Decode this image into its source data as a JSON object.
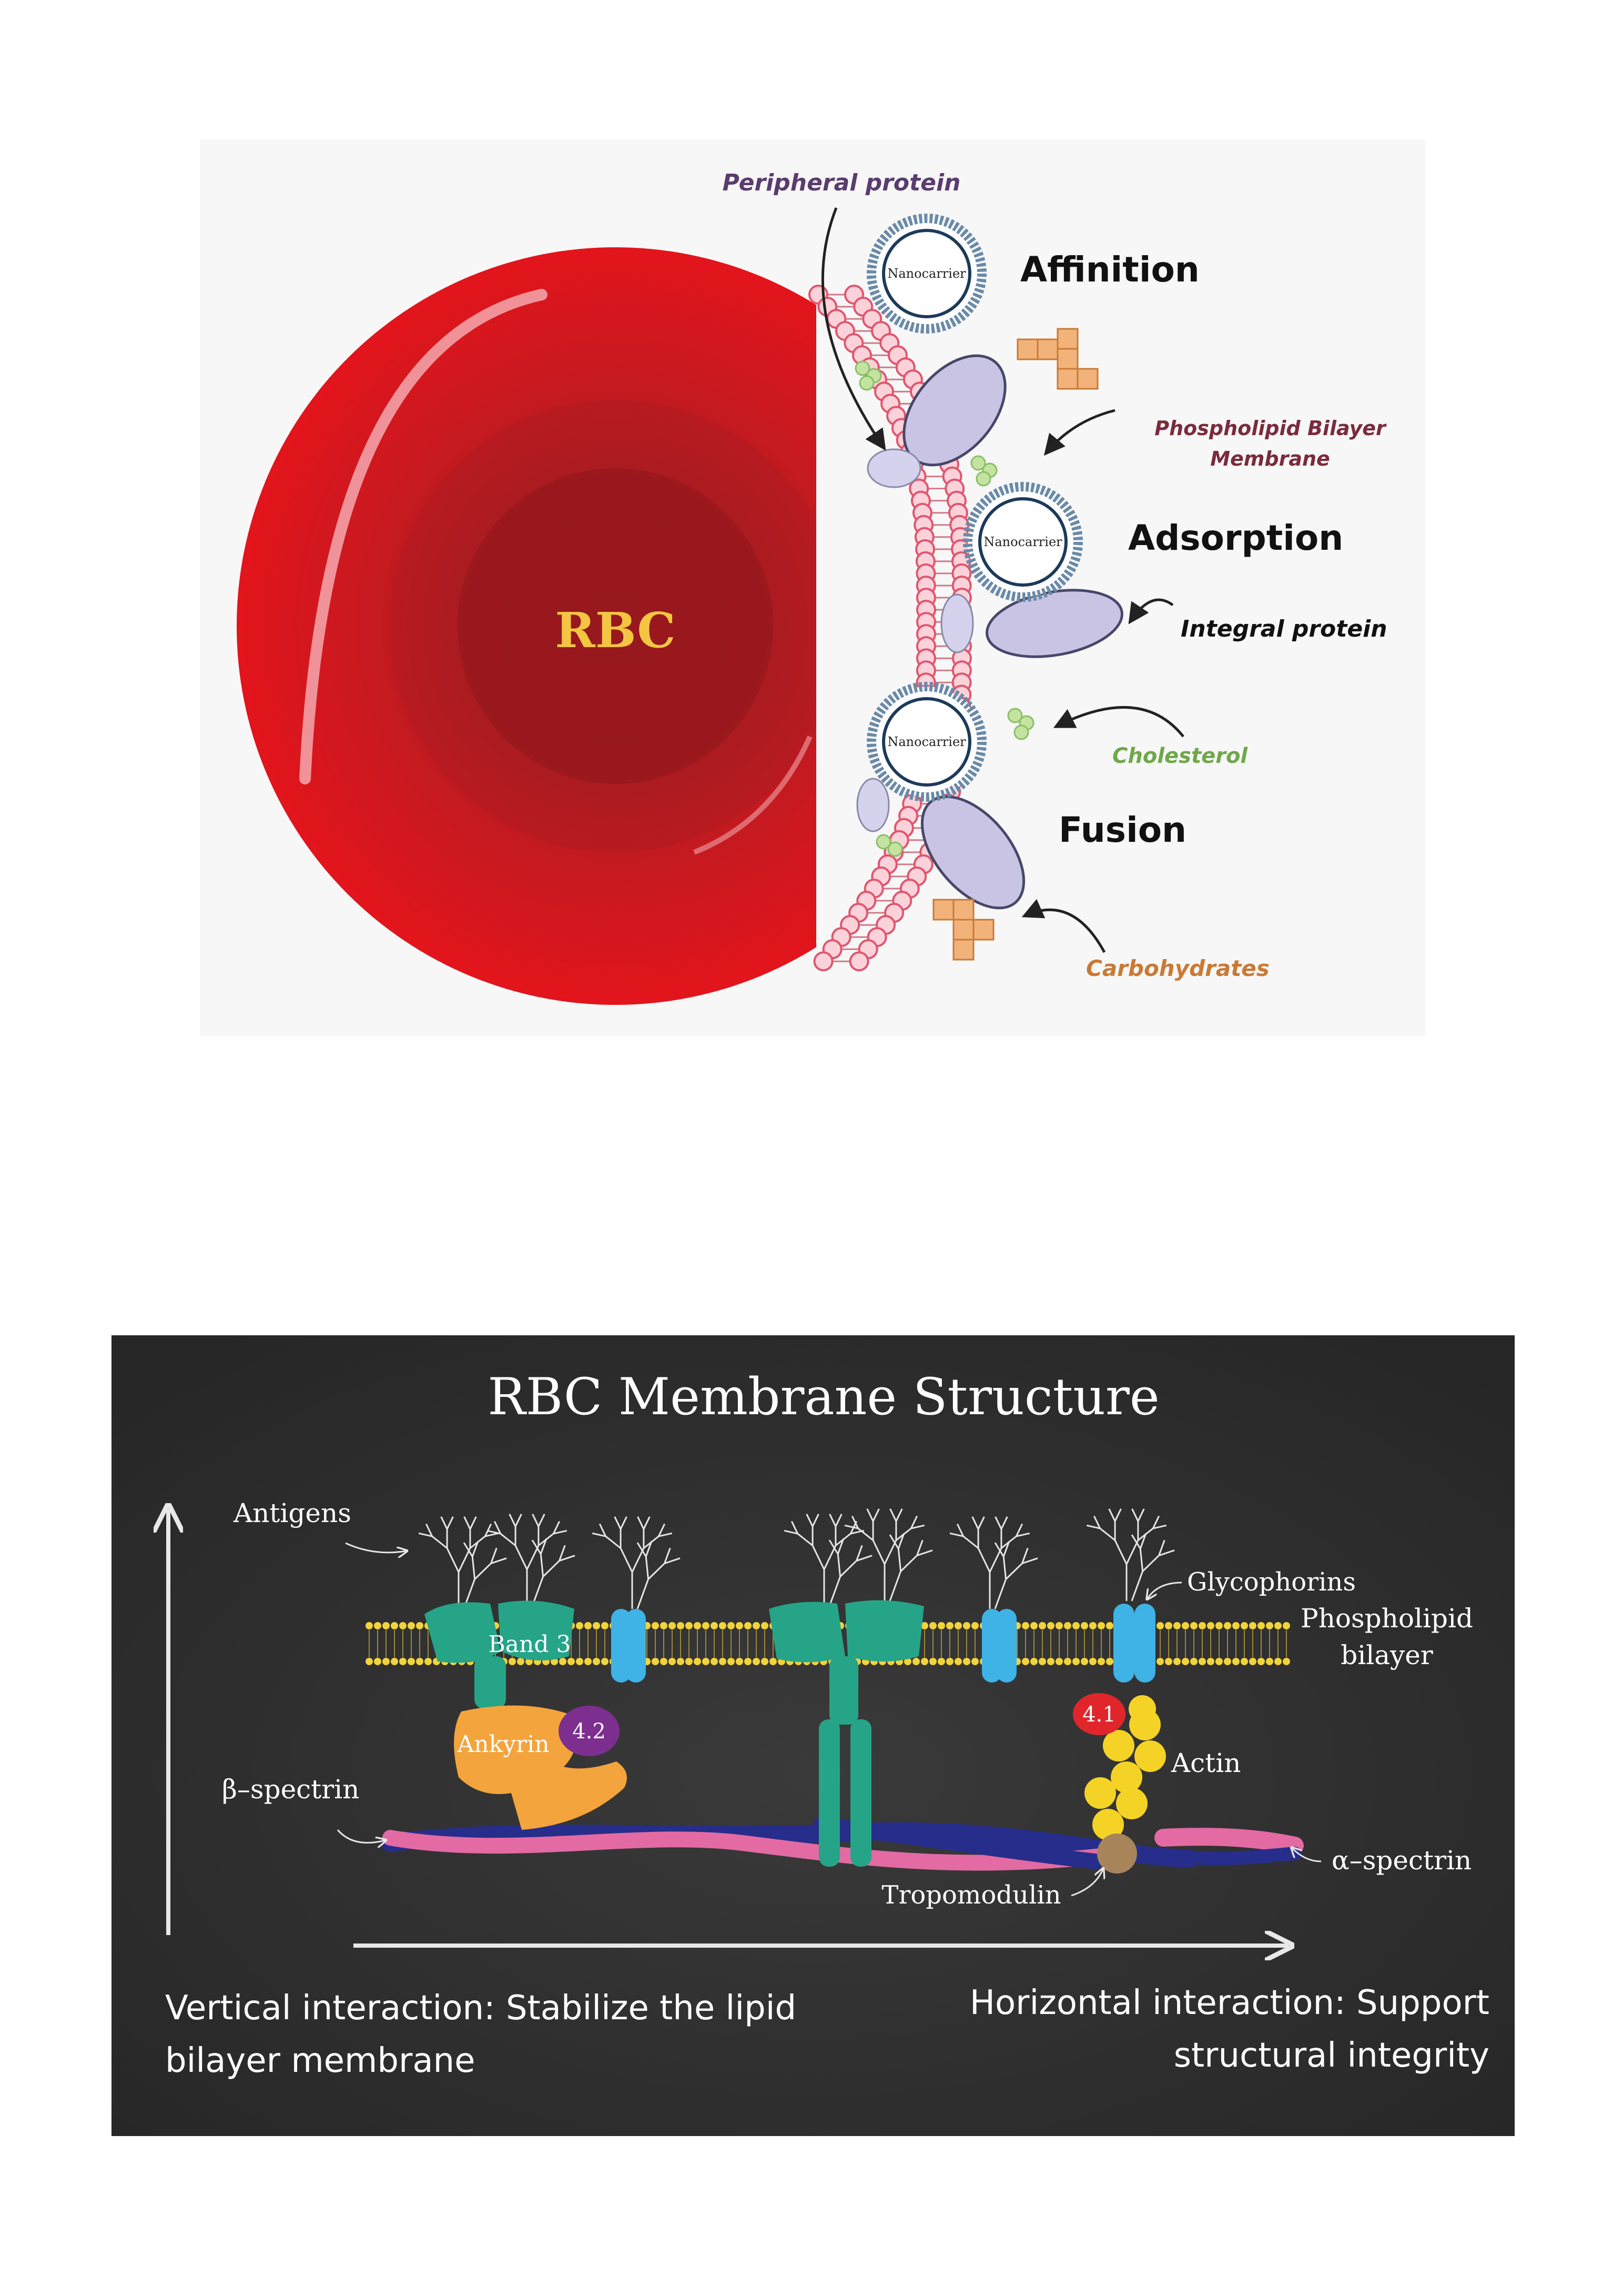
{
  "figure1": {
    "cell_label": "RBC",
    "peripheral_protein": "Peripheral protein",
    "steps": [
      "Affinition",
      "Adsorption",
      "Fusion"
    ],
    "nanocarrier": "Nanocarrier",
    "bilayer_line1": "Phospholipid Bilayer",
    "bilayer_line2": "Membrane",
    "integral_protein": "Integral protein",
    "cholesterol": "Cholesterol",
    "carbohydrates": "Carbohydrates",
    "colors": {
      "rbc": "#e3141c",
      "rbc_core": "#9e1a1e",
      "lipid_head": "#f08a9a",
      "protein": "#c9c4e3",
      "cholesterol": "#c4e3a0",
      "carbohydrate": "#f2b37a",
      "peripheral_text": "#5b3c6e",
      "bilayer_text": "#7a2b3c",
      "cholesterol_text": "#6fa84a",
      "carbohydrate_text": "#c97a35"
    }
  },
  "figure2": {
    "title": "RBC Membrane Structure",
    "labels": {
      "antigens": "Antigens",
      "glycophorins": "Glycophorins",
      "phospholipid_line1": "Phospholipid",
      "phospholipid_line2": "bilayer",
      "band3": "Band 3",
      "band42": "4.2",
      "ankyrin": "Ankyrin",
      "band41": "4.1",
      "actin": "Actin",
      "beta_spectrin": "β–spectrin",
      "alpha_spectrin": "α–spectrin",
      "tropomodulin": "Tropomodulin"
    },
    "vertical_line1": "Vertical interaction: Stabilize the lipid",
    "vertical_line2": "bilayer membrane",
    "horizontal_line1": "Horizontal interaction: Support",
    "horizontal_line2": "structural integrity",
    "colors": {
      "board": "#2e2e2e",
      "band3": "#26a487",
      "glycophorin": "#3fb2e6",
      "ankyrin": "#f4a43c",
      "band42": "#7d2f8f",
      "band41": "#e1262b",
      "actin": "#f4d326",
      "tropomodulin": "#a7845a",
      "spectrin_alpha": "#e36aa3",
      "spectrin_beta": "#272d8a",
      "lipid": "#f1d33c"
    }
  }
}
